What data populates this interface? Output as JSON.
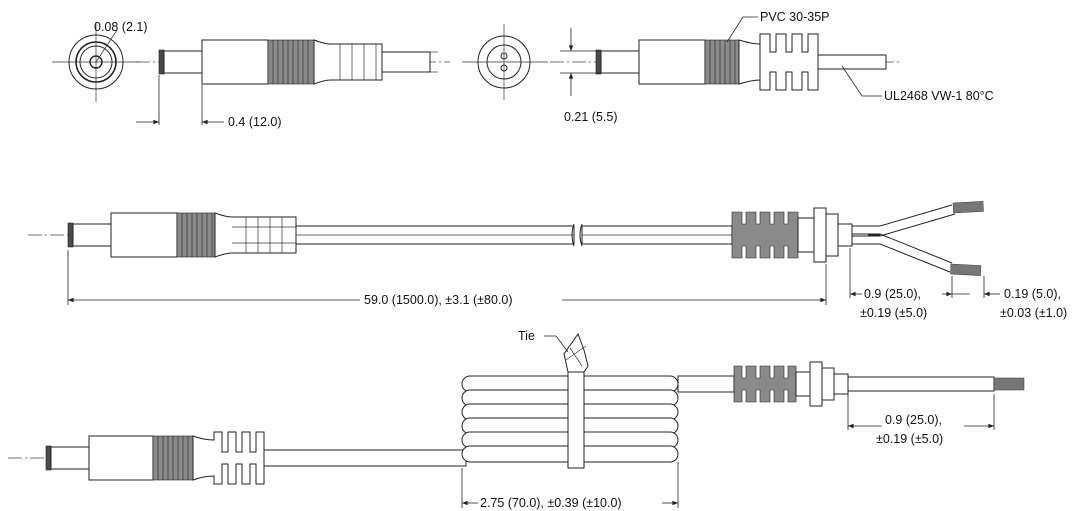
{
  "drawing": {
    "top_view": {
      "dia_label": "0.08 (2.1)",
      "length_label": "0.4 (12.0)"
    },
    "top_right_view": {
      "jacket_label": "PVC 30-35P",
      "wire_label": "UL2468 VW-1 80°C",
      "dia_label": "0.21 (5.5)"
    },
    "middle_view": {
      "overall_length": "59.0 (1500.0), ±3.1 (±80.0)",
      "split_length_line1": "0.9 (25.0),",
      "split_length_line2": "±0.19 (±5.0)",
      "strip_length_line1": "0.19 (5.0),",
      "strip_length_line2": "±0.03 (±1.0)"
    },
    "bottom_view": {
      "tie_label": "Tie",
      "coil_length": "2.75 (70.0), ±0.39 (±10.0)",
      "end_length_line1": "0.9 (25.0),",
      "end_length_line2": "±0.19 (±5.0)"
    }
  }
}
